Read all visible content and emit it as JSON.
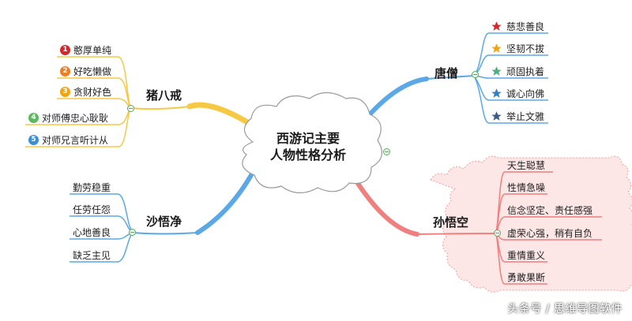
{
  "center": {
    "line1": "西游记主要",
    "line2": "人物性格分析"
  },
  "branches": {
    "zhubajie": {
      "title": "猪八戒",
      "items": [
        {
          "label": "憨厚单纯",
          "badge": "1",
          "color": "#d9262b"
        },
        {
          "label": "好吃懒做",
          "badge": "2",
          "color": "#ef7d22"
        },
        {
          "label": "贪财好色",
          "badge": "3",
          "color": "#f0a512"
        },
        {
          "label": "对师傅忠心耿耿",
          "badge": "4",
          "color": "#5cb85c"
        },
        {
          "label": "对师兄言听计从",
          "badge": "5",
          "color": "#3a8fd6"
        }
      ]
    },
    "shawujing": {
      "title": "沙悟净",
      "items": [
        {
          "label": "勤劳稳重"
        },
        {
          "label": "任劳任怨"
        },
        {
          "label": "心地善良"
        },
        {
          "label": "缺乏主见"
        }
      ]
    },
    "tangseng": {
      "title": "唐僧",
      "items": [
        {
          "label": "慈悲善良",
          "icon": "red-star-icon",
          "color": "#d9262b"
        },
        {
          "label": "坚韧不拔",
          "icon": "orange-star-icon",
          "color": "#f0a512"
        },
        {
          "label": "顽固执着",
          "icon": "green-star-icon",
          "color": "#4caf7d"
        },
        {
          "label": "诚心向佛",
          "icon": "blue-star-icon",
          "color": "#2f7fc8"
        },
        {
          "label": "举止文雅",
          "icon": "navy-star-icon",
          "color": "#3b5b8c"
        }
      ]
    },
    "sunwukong": {
      "title": "孙悟空",
      "items": [
        {
          "label": "天生聪慧"
        },
        {
          "label": "性情急噪"
        },
        {
          "label": "信念坚定、责任感强"
        },
        {
          "label": "虚荣心强，稍有自负"
        },
        {
          "label": "重情重义"
        },
        {
          "label": "勇敢果断"
        }
      ]
    }
  },
  "colors": {
    "zhubajie": "#f7c844",
    "shawujing": "#5aa9e6",
    "tangseng": "#5aa9e6",
    "sunwukong": "#f07f7f"
  },
  "watermark": "头条号 / 思维导图软件"
}
